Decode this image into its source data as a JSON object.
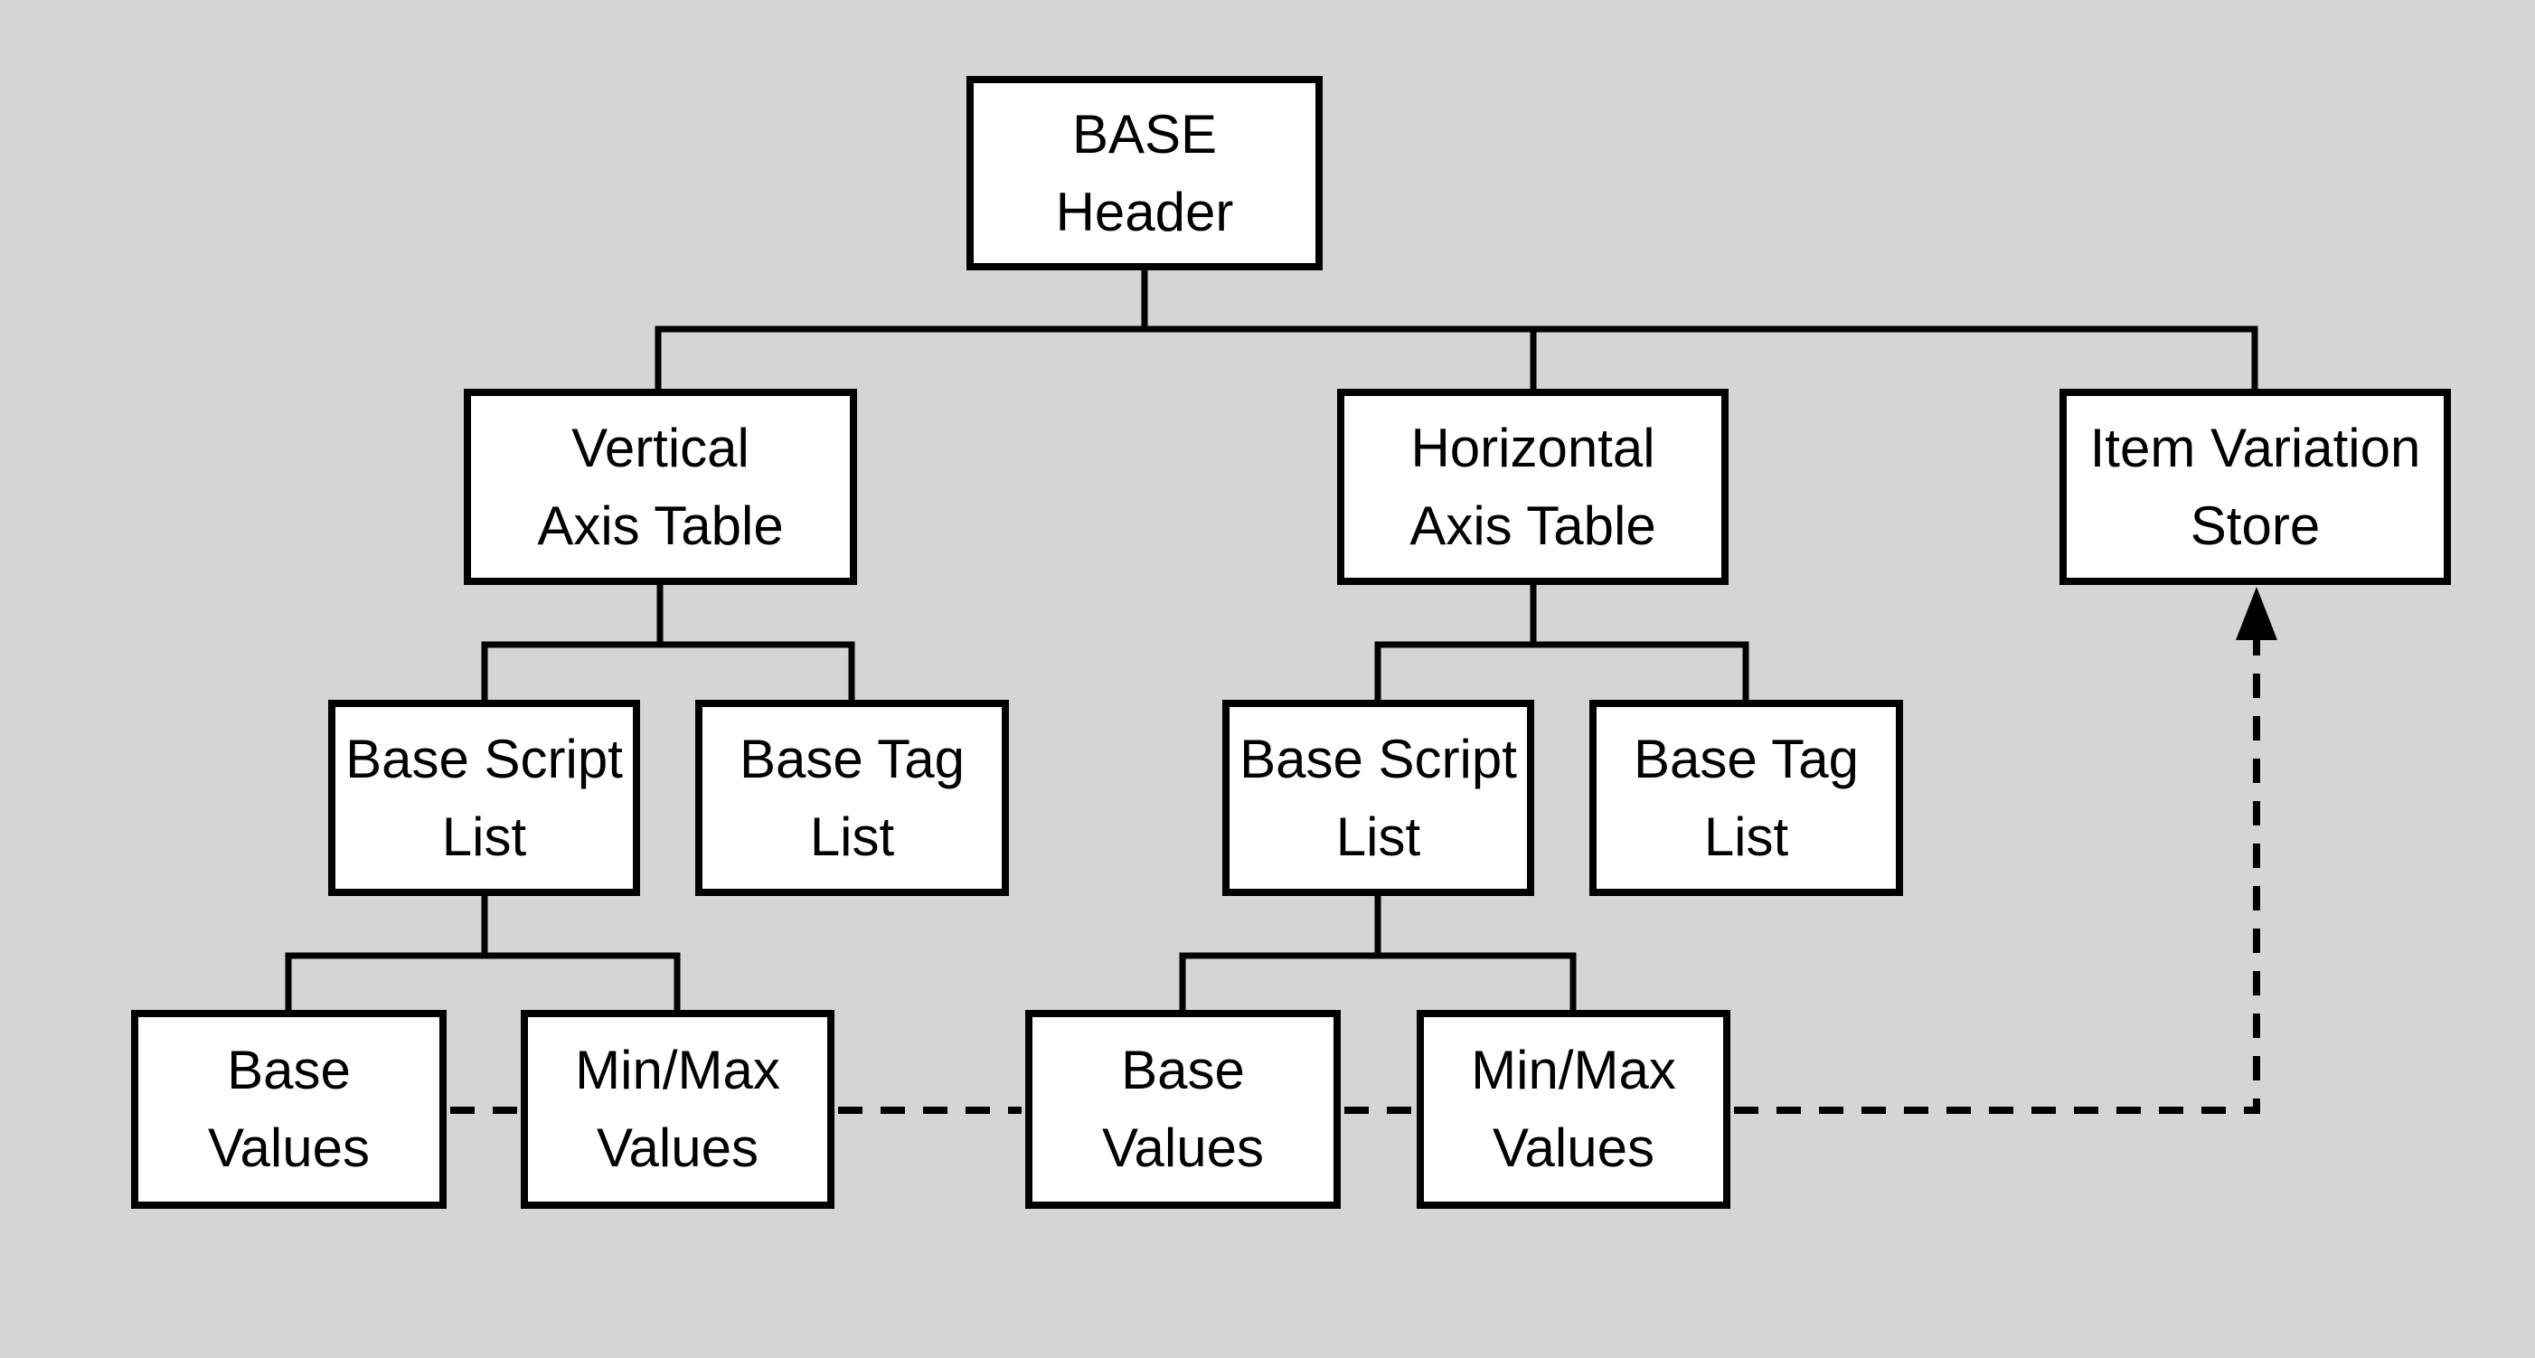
{
  "colors": {
    "background": "#d5d5d5",
    "node_fill": "#ffffff",
    "node_border": "#000000",
    "line": "#000000",
    "text": "#000000"
  },
  "nodes": {
    "header": {
      "label": "BASE\nHeader"
    },
    "vertical_axis_table": {
      "label": "Vertical\nAxis Table"
    },
    "horizontal_axis_table": {
      "label": "Horizontal\nAxis Table"
    },
    "item_variation_store": {
      "label": "Item Variation\nStore"
    },
    "base_script_list_left": {
      "label": "Base Script\nList"
    },
    "base_tag_list_left": {
      "label": "Base Tag\nList"
    },
    "base_script_list_right": {
      "label": "Base Script\nList"
    },
    "base_tag_list_right": {
      "label": "Base Tag\nList"
    },
    "base_values_left": {
      "label": "Base\nValues"
    },
    "min_max_values_left": {
      "label": "Min/Max\nValues"
    },
    "base_values_right": {
      "label": "Base\nValues"
    },
    "min_max_values_right": {
      "label": "Min/Max\nValues"
    }
  },
  "edges": {
    "solid": [
      {
        "from": "header",
        "to": "vertical_axis_table"
      },
      {
        "from": "header",
        "to": "horizontal_axis_table"
      },
      {
        "from": "header",
        "to": "item_variation_store"
      },
      {
        "from": "vertical_axis_table",
        "to": "base_script_list_left"
      },
      {
        "from": "vertical_axis_table",
        "to": "base_tag_list_left"
      },
      {
        "from": "horizontal_axis_table",
        "to": "base_script_list_right"
      },
      {
        "from": "horizontal_axis_table",
        "to": "base_tag_list_right"
      },
      {
        "from": "base_script_list_left",
        "to": "base_values_left"
      },
      {
        "from": "base_script_list_left",
        "to": "min_max_values_left"
      },
      {
        "from": "base_script_list_right",
        "to": "base_values_right"
      },
      {
        "from": "base_script_list_right",
        "to": "min_max_values_right"
      }
    ],
    "dashed": [
      {
        "from": "base_values_left",
        "to": "min_max_values_left"
      },
      {
        "from": "min_max_values_left",
        "to": "base_values_right"
      },
      {
        "from": "base_values_right",
        "to": "min_max_values_right"
      },
      {
        "from": "min_max_values_right",
        "to": "item_variation_store",
        "arrow": "up"
      }
    ]
  }
}
